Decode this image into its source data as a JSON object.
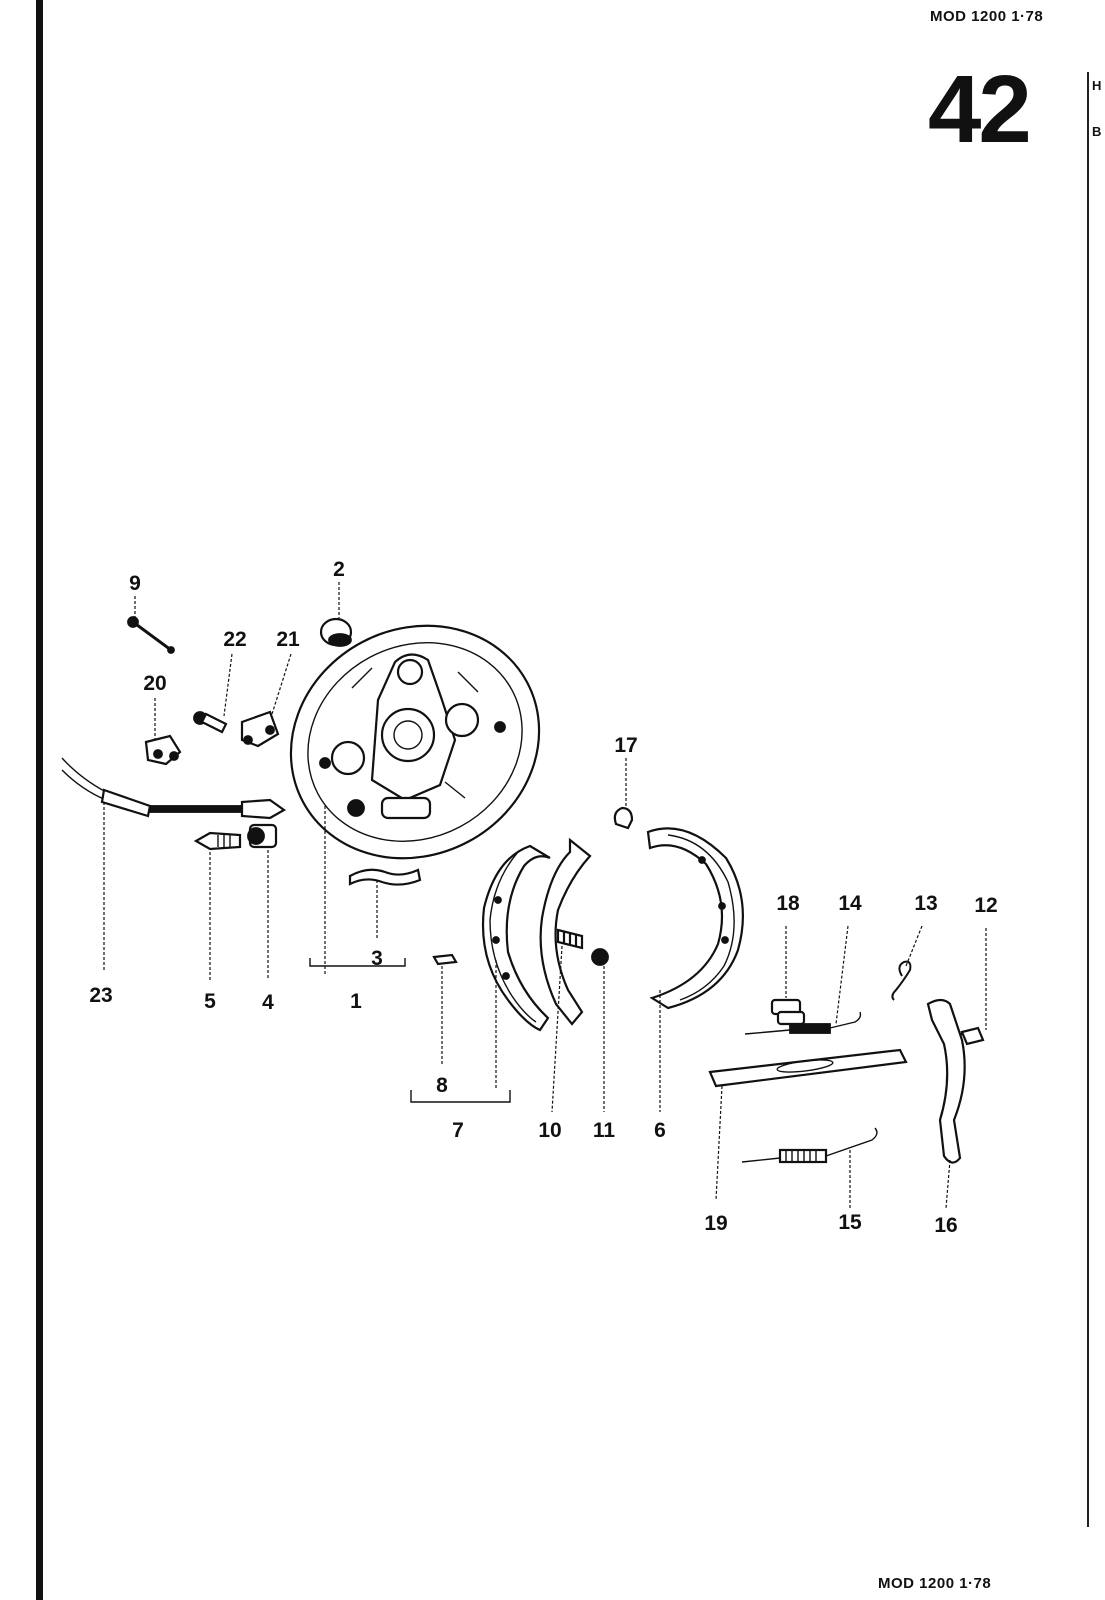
{
  "header": {
    "code": "MOD 1200  1·78",
    "page_number": "42",
    "edge_mark_top": "H",
    "edge_mark_mid": "B"
  },
  "footer": {
    "code": "MOD 1200  1·78"
  },
  "callouts": {
    "c1": "1",
    "c2": "2",
    "c3": "3",
    "c4": "4",
    "c5": "5",
    "c6": "6",
    "c7": "7",
    "c8": "8",
    "c9": "9",
    "c10": "10",
    "c11": "11",
    "c12": "12",
    "c13": "13",
    "c14": "14",
    "c15": "15",
    "c16": "16",
    "c17": "17",
    "c18": "18",
    "c19": "19",
    "c20": "20",
    "c21": "21",
    "c22": "22",
    "c23": "23"
  }
}
